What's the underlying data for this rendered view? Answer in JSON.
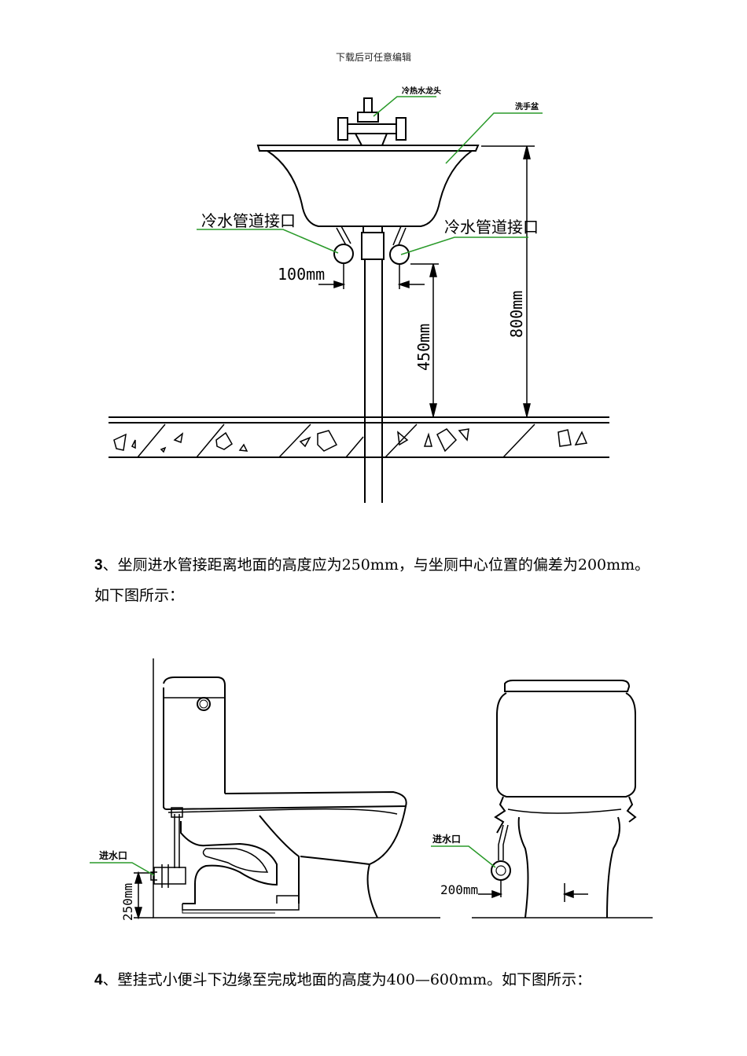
{
  "header": {
    "text": "下载后可任意编辑"
  },
  "figure_sink": {
    "label_faucet": "冷热水龙头",
    "label_basin": "洗手盆",
    "label_cold_left": "冷水管道接口",
    "label_cold_right": "冷水管道接口",
    "dim_100": "100mm",
    "dim_450": "450mm",
    "dim_800": "800mm"
  },
  "section3": {
    "number": "3",
    "text": "、坐厕进水管接距离地面的高度应为250mm，与坐厕中心位置的偏差为200mm。如下图所示："
  },
  "figure_toilet": {
    "label_inlet_side": "进水口",
    "dim_250": "250mm",
    "label_inlet_front": "进水口",
    "dim_200": "200mm"
  },
  "section4": {
    "number": "4",
    "text": "、壁挂式小便斗下边缘至完成地面的高度为400—600mm。如下图所示："
  }
}
